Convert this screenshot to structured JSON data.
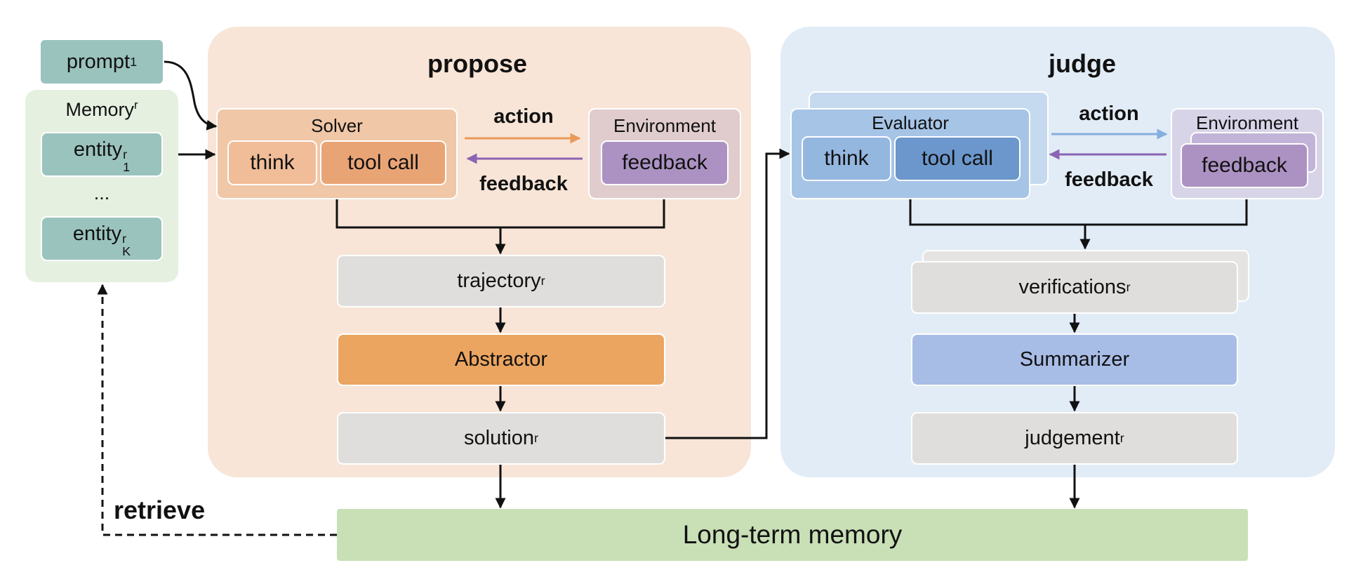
{
  "colors": {
    "propose_bg": "#f8e5d7",
    "judge_bg": "#e2ecf6",
    "memory_bg": "#e5f0e0",
    "teal": "#9bc3be",
    "solver_bg": "#f0c7a7",
    "think_orange": "#f0bd98",
    "tool_orange": "#e9a476",
    "env_left_bg": "#e0cccd",
    "feedback_purple": "#ac92c2",
    "gray_box": "#e0dedc",
    "abstractor": "#eba560",
    "evaluator_bg": "#a6c4e6",
    "think_blue": "#94b7e0",
    "tool_blue": "#6b97cc",
    "env_right_bg": "#d8d4e8",
    "summarizer": "#a8bde6",
    "ltm": "#c9dfb6",
    "arrow_orange": "#e99a5b",
    "arrow_purple": "#8b64b2",
    "arrow_blue": "#86aee0"
  },
  "left": {
    "prompt_base": "prompt",
    "prompt_sub": "1",
    "memory_label": "Memory",
    "memory_sup": "r",
    "entity1_base": "entity",
    "entity1_sup": "r",
    "entity1_sub": "1",
    "ellipsis": "...",
    "entityk_base": "entity",
    "entityk_sup": "r",
    "entityk_sub": "K"
  },
  "propose": {
    "title": "propose",
    "solver_label": "Solver",
    "think": "think",
    "tool_call": "tool call",
    "action": "action",
    "feedback_arrow": "feedback",
    "environment_label": "Environment",
    "env_feedback": "feedback",
    "trajectory_base": "trajectory",
    "trajectory_sup": "r",
    "abstractor": "Abstractor",
    "solution_base": "solution",
    "solution_sup": "r"
  },
  "judge": {
    "title": "judge",
    "evaluator_label": "Evaluator",
    "think": "think",
    "tool_call": "tool call",
    "action": "action",
    "feedback_arrow": "feedback",
    "environment_label": "Environment",
    "env_feedback": "feedback",
    "verifications_base": "verifications",
    "verifications_sup": "r",
    "summarizer": "Summarizer",
    "judgement_base": "judgement",
    "judgement_sup": "r"
  },
  "bottom": {
    "retrieve": "retrieve",
    "long_term_memory": "Long-term memory"
  }
}
